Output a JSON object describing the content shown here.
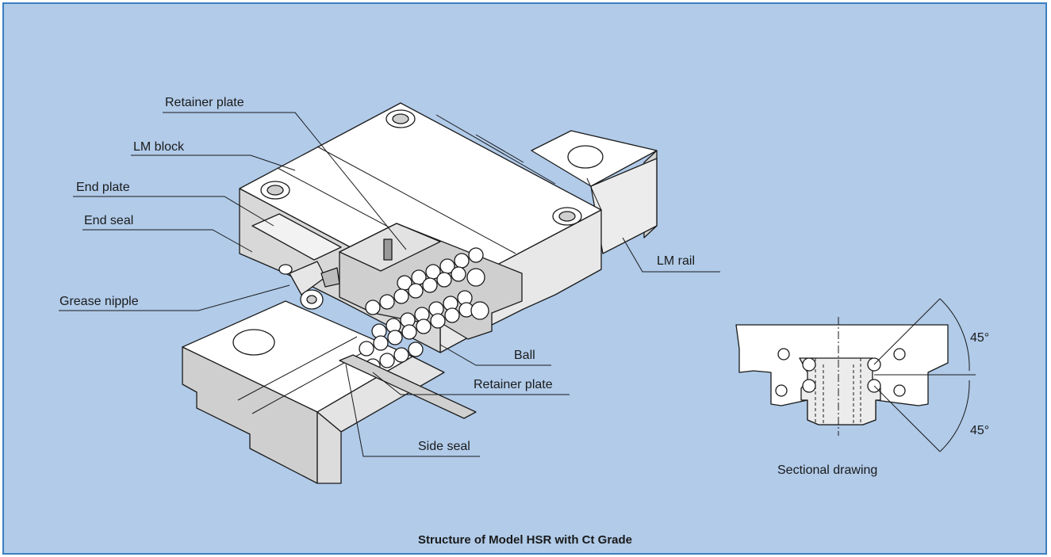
{
  "figure": {
    "title": "Structure of Model HSR with Ct Grade",
    "section_caption": "Sectional drawing",
    "labels": {
      "retainer_plate_top": "Retainer plate",
      "lm_block": "LM block",
      "end_plate": "End plate",
      "end_seal": "End seal",
      "grease_nipple": "Grease nipple",
      "lm_rail": "LM rail",
      "ball": "Ball",
      "retainer_plate_bottom": "Retainer plate",
      "side_seal": "Side seal"
    },
    "angles": {
      "upper": "45°",
      "lower": "45°"
    }
  },
  "colors": {
    "background": "#b1cbe9",
    "border": "#3a7fc0",
    "metal_light": "#ffffff",
    "metal_shade": "#d6d6d6",
    "metal_dark": "#b8b8b8"
  }
}
